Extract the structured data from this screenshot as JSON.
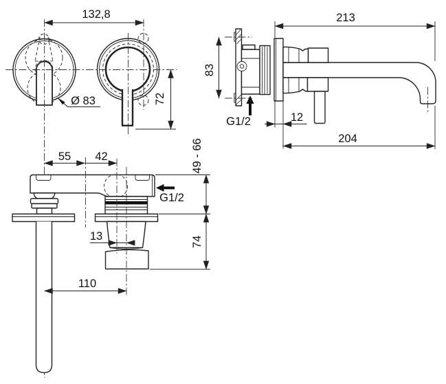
{
  "colors": {
    "line": "#222222",
    "background": "#ffffff"
  },
  "drawing": {
    "front_view": {
      "center_distance": "132,8",
      "escutcheon_diameter": "Ø 83",
      "spout_drop": "72"
    },
    "side_view": {
      "total_projection": "213",
      "fixing_centers": "83",
      "inlet_thread": "G1/2",
      "escutcheon_depth": "12",
      "spout_projection": "204"
    },
    "plan_view": {
      "spout_to_center": "55",
      "center_to_cartridge": "42",
      "recess_depth_range": "49 - 66",
      "inlet_thread": "G1/2",
      "cartridge_offset": "13",
      "trim_depth": "74",
      "axis_spacing": "110"
    }
  }
}
